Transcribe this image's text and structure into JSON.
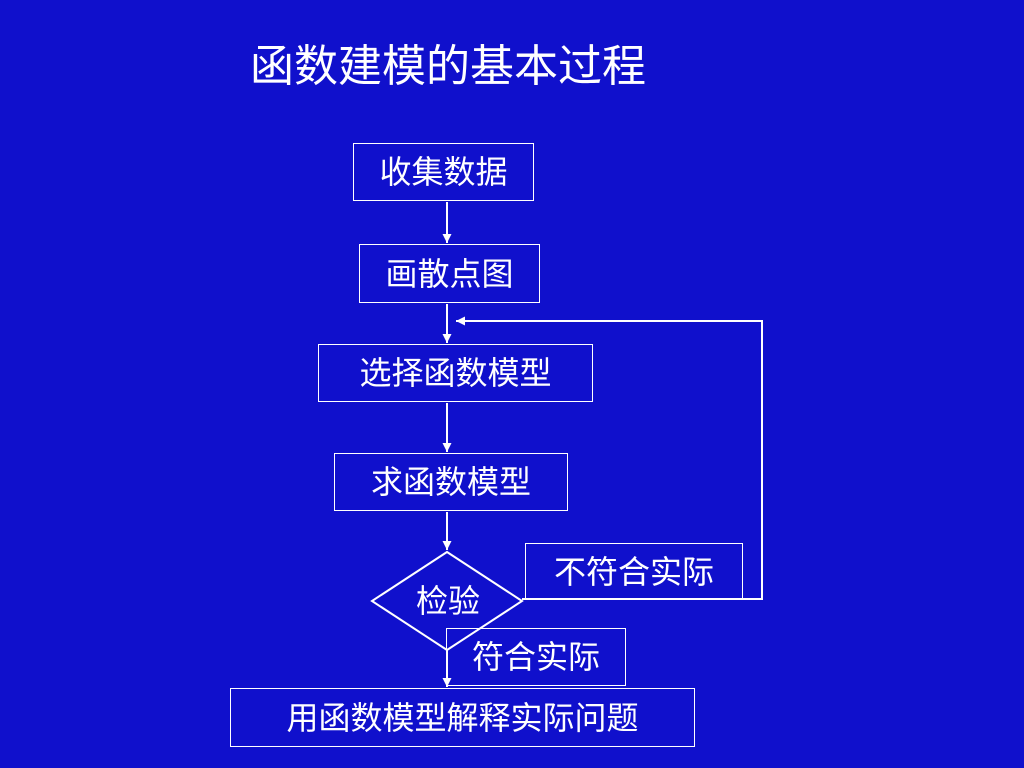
{
  "slide": {
    "title": "函数建模的基本过程",
    "background_color": "#1010CC",
    "line_color": "#FFFFFF"
  },
  "flowchart": {
    "steps": {
      "collect": "收集数据",
      "scatter": "画散点图",
      "choose": "选择函数模型",
      "solve": "求函数模型",
      "check": "检验",
      "apply": "用函数模型解释实际问题"
    },
    "branch_labels": {
      "not_fit": "不符合实际",
      "fit": "符合实际"
    }
  }
}
